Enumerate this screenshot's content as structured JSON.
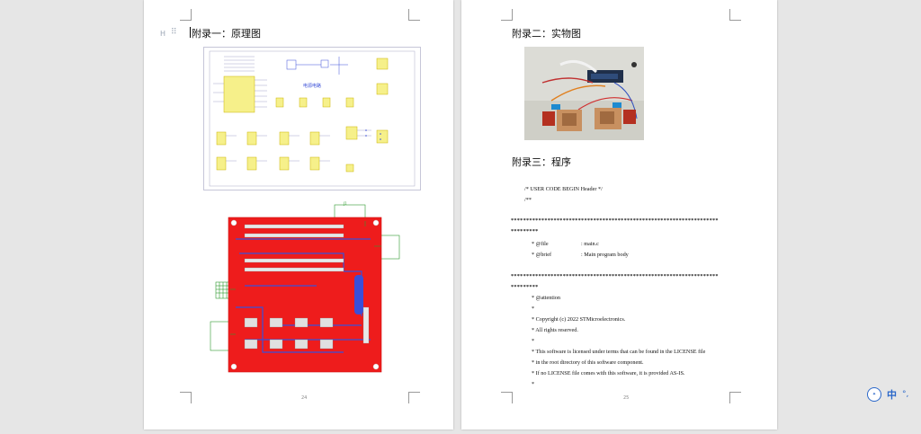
{
  "left_page": {
    "heading": "附录一：原理图",
    "heading_marker": "H",
    "schematic_title": "电源电路",
    "page_number": "24"
  },
  "right_page": {
    "heading_photo": "附录二：实物图",
    "heading_program": "附录三：程序",
    "page_number": "25",
    "code": [
      "/* USER CODE BEGIN Header */",
      "/**",
      "********************************************************************",
      "*********",
      "  * @file",
      "  * @brief",
      "********************************************************************",
      "*********",
      "  * @attention",
      "  *",
      "  * Copyright (c) 2022 STMicroelectronics.",
      "  * All rights reserved.",
      "  *",
      "  * This software is licensed under terms that can be found in the LICENSE file",
      "  * in the root directory of this software component.",
      "  * If no LICENSE file comes with this software, it is provided AS-IS.",
      "  *"
    ],
    "file_value": ": main.c",
    "brief_value": ": Main program body"
  },
  "ime": {
    "language": "中",
    "dots": "°,"
  },
  "colors": {
    "pcb_red": "#ee1c1c",
    "pcb_blue": "#3a4fd8",
    "schematic_yellow": "#f6f08a",
    "ime_blue": "#2a67c9"
  }
}
